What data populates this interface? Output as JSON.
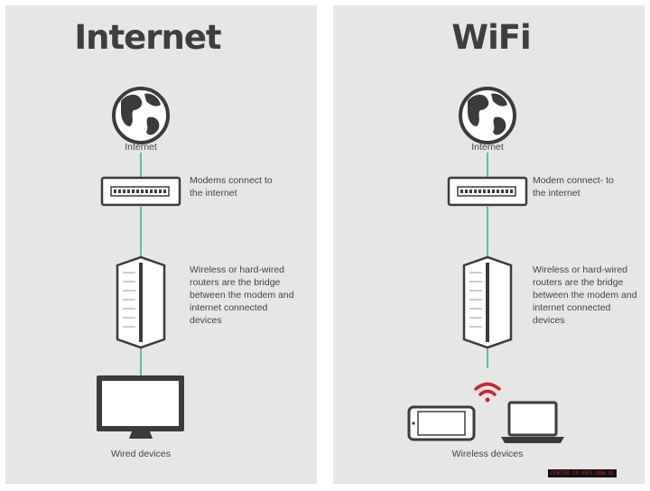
{
  "left_panel": {
    "title": "Internet",
    "globe_label": "Internet",
    "modem_text": "Modems connect to the internet",
    "router_text": "Wireless or hard-wired routers are the bridge between the modem and internet connected devices",
    "devices_label": "Wired devices"
  },
  "right_panel": {
    "title": "WiFi",
    "globe_label": "Internet",
    "modem_text": "Modem connect- to the internet",
    "router_text": "Wireless or hard-wired routers are the bridge between the modem and internet connected devices",
    "devices_label": "Wireless devices"
  },
  "colors": {
    "panel_bg": "#e6e6e6",
    "connector": "#3fb39a",
    "icon_stroke": "#3b3b3b",
    "wifi": "#d0212b"
  },
  "watermark": "CENTER IP-RES.UDW.NL"
}
